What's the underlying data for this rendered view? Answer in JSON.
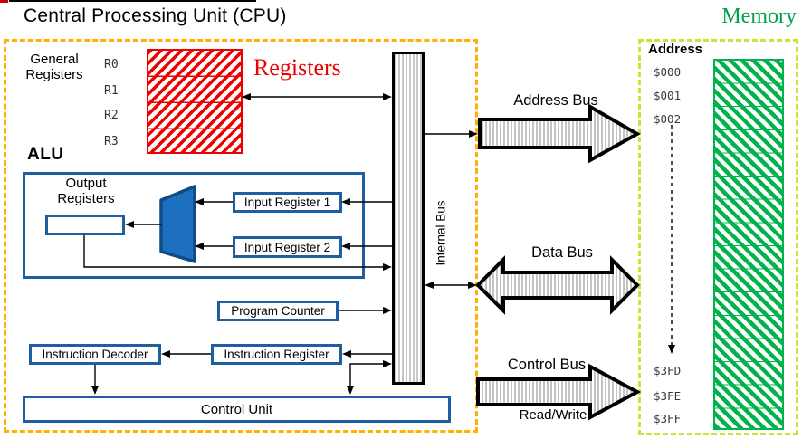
{
  "title": "Central Processing Unit (CPU)",
  "cpu": {
    "general_registers": [
      "General",
      "Registers"
    ],
    "register_names": [
      "R0",
      "R1",
      "R2",
      "R3"
    ],
    "registers_caption": "Registers",
    "alu_label": "ALU",
    "output_registers": [
      "Output",
      "Registers"
    ],
    "input_register_1": "Input Register 1",
    "input_register_2": "Input Register 2",
    "program_counter": "Program Counter",
    "instruction_decoder": "Instruction Decoder",
    "instruction_register": "Instruction Register",
    "control_unit": "Control Unit",
    "internal_bus": "Internal Bus"
  },
  "buses": {
    "address": "Address Bus",
    "data": "Data Bus",
    "control": "Control Bus",
    "read_write": "Read/Write"
  },
  "memory": {
    "title": "Memory",
    "address_label": "Address",
    "top_addresses": [
      "$000",
      "$001",
      "$002"
    ],
    "bottom_addresses": [
      "$3FD",
      "$3FE",
      "$3FF"
    ],
    "rows": 16
  },
  "colors": {
    "cpu_border": "#FFB000",
    "memory_border": "#C9E437",
    "memory_title": "#00A14F",
    "box_border_blue": "#1E5FA0",
    "alu_trapezoid_fill": "#1D6FBF",
    "register_hatch_red": "#EE0000",
    "memory_hatch_green": "#00B34B",
    "bus_stripe_gray": "#C4C4C4"
  }
}
